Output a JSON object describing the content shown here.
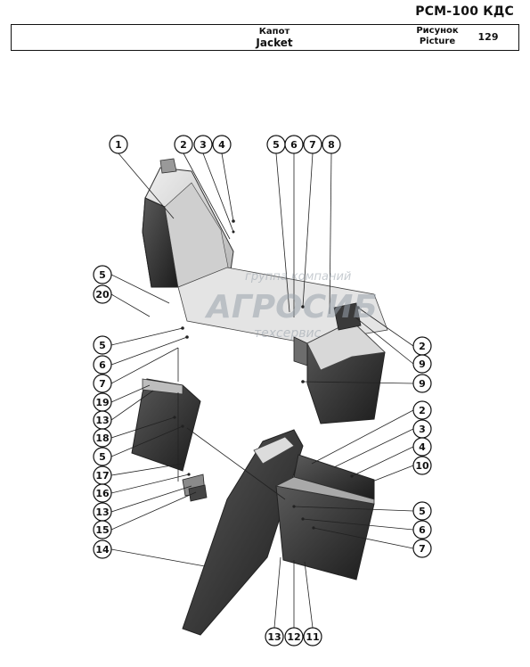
{
  "header": {
    "model": "РСМ-100 КДС",
    "title_ru": "Капот",
    "title_en": "Jacket",
    "picture_ru": "Рисунок",
    "picture_en": "Picture",
    "picture_number": "129"
  },
  "watermark": {
    "line1": "группа компаний",
    "line2": "АГРОСИБ",
    "line3": "техсервис"
  },
  "callouts": [
    "1",
    "2",
    "3",
    "4",
    "5",
    "6",
    "7",
    "8",
    "5",
    "20",
    "5",
    "6",
    "7",
    "19",
    "13",
    "18",
    "5",
    "17",
    "16",
    "13",
    "15",
    "14",
    "2",
    "9",
    "9",
    "2",
    "3",
    "4",
    "10",
    "5",
    "6",
    "7",
    "13",
    "12",
    "11"
  ]
}
